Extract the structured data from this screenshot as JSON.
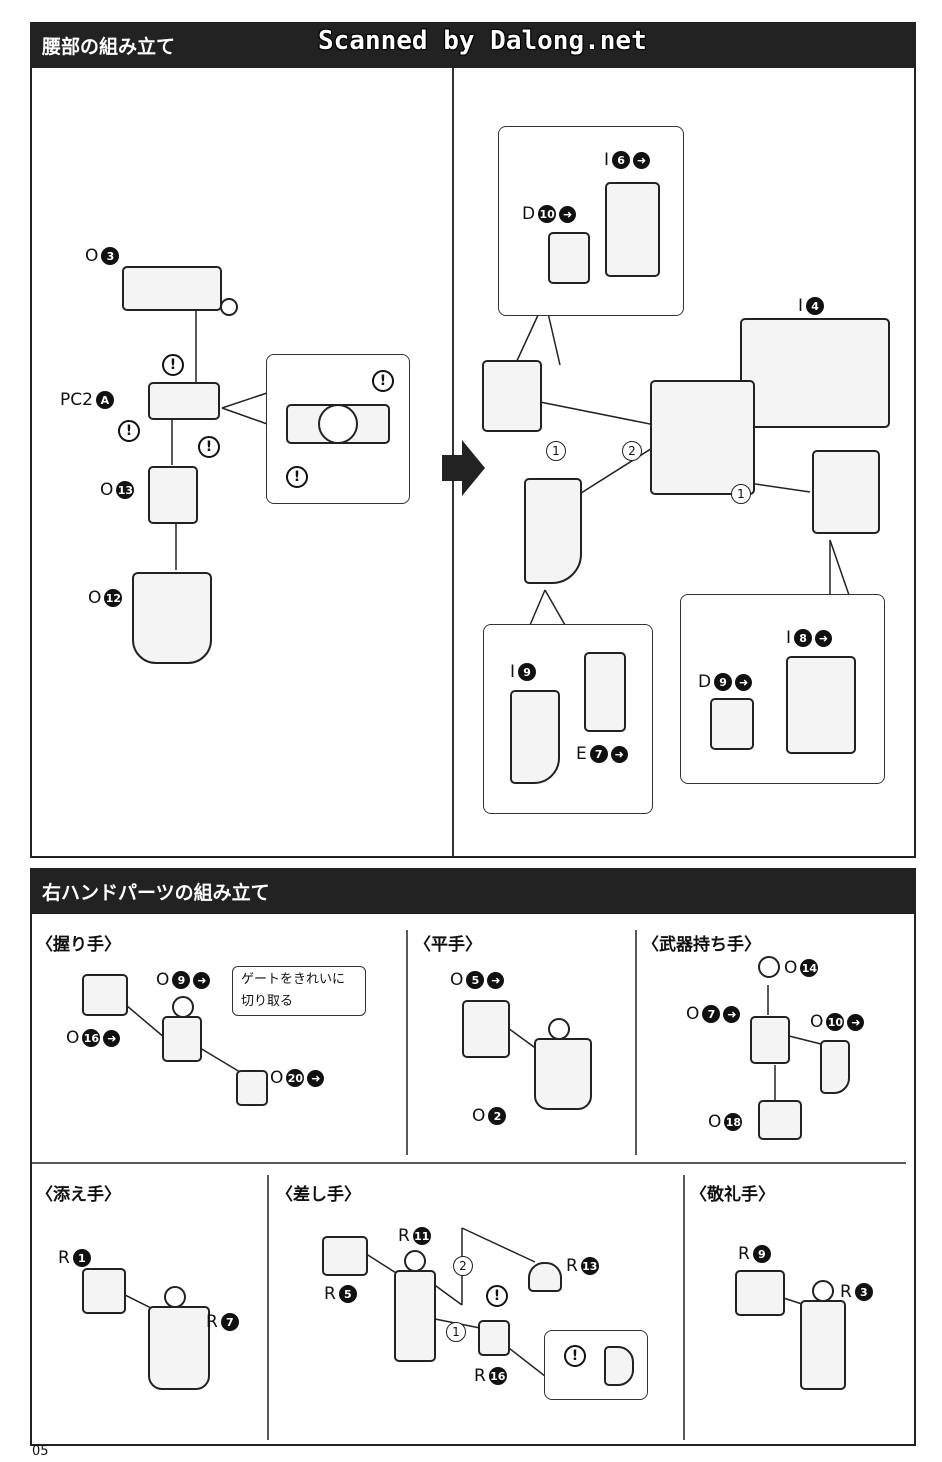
{
  "sections": {
    "waist": {
      "title": "腰部の組み立て"
    },
    "right_hand": {
      "title": "右ハンドパーツの組み立て"
    }
  },
  "watermark": "Scanned by Dalong.net",
  "waist_left": {
    "o3": {
      "letter": "O",
      "num": "3"
    },
    "pc2a": {
      "letter": "PC2",
      "num": "A"
    },
    "o13": {
      "letter": "O",
      "num": "13"
    },
    "o12": {
      "letter": "O",
      "num": "12"
    }
  },
  "waist_right": {
    "i6": {
      "letter": "I",
      "num": "6"
    },
    "d10": {
      "letter": "D",
      "num": "10"
    },
    "i4": {
      "letter": "I",
      "num": "4"
    },
    "i9": {
      "letter": "I",
      "num": "9"
    },
    "e7": {
      "letter": "E",
      "num": "7"
    },
    "i8": {
      "letter": "I",
      "num": "8"
    },
    "d9": {
      "letter": "D",
      "num": "9"
    },
    "steps": [
      "1",
      "2",
      "1"
    ]
  },
  "hands": {
    "grip": {
      "title": "〈握り手〉",
      "o9": {
        "letter": "O",
        "num": "9"
      },
      "o16": {
        "letter": "O",
        "num": "16"
      },
      "o20": {
        "letter": "O",
        "num": "20"
      },
      "note_line1": "ゲートをきれいに",
      "note_line2": "切り取る"
    },
    "flat": {
      "title": "〈平手〉",
      "o5": {
        "letter": "O",
        "num": "5"
      },
      "o2": {
        "letter": "O",
        "num": "2"
      }
    },
    "weapon": {
      "title": "〈武器持ち手〉",
      "o14": {
        "letter": "O",
        "num": "14"
      },
      "o7": {
        "letter": "O",
        "num": "7"
      },
      "o10": {
        "letter": "O",
        "num": "10"
      },
      "o18": {
        "letter": "O",
        "num": "18"
      }
    },
    "support": {
      "title": "〈添え手〉",
      "r1": {
        "letter": "R",
        "num": "1"
      },
      "r7": {
        "letter": "R",
        "num": "7"
      }
    },
    "pointing": {
      "title": "〈差し手〉",
      "r11": {
        "letter": "R",
        "num": "11"
      },
      "r5": {
        "letter": "R",
        "num": "5"
      },
      "r13": {
        "letter": "R",
        "num": "13"
      },
      "r16": {
        "letter": "R",
        "num": "16"
      },
      "steps": [
        "2",
        "1"
      ]
    },
    "salute": {
      "title": "〈敬礼手〉",
      "r9": {
        "letter": "R",
        "num": "9"
      },
      "r3": {
        "letter": "R",
        "num": "3"
      }
    }
  },
  "warning_symbol": "!",
  "page_number": "05"
}
